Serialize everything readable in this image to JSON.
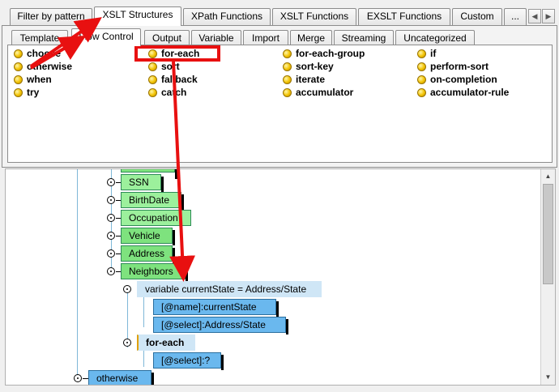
{
  "top_tabs": [
    {
      "label": "Filter by pattern"
    },
    {
      "label": "XSLT Structures",
      "selected": true
    },
    {
      "label": "XPath Functions"
    },
    {
      "label": "XSLT Functions"
    },
    {
      "label": "EXSLT Functions"
    },
    {
      "label": "Custom"
    },
    {
      "label": "..."
    }
  ],
  "sub_tabs": [
    {
      "label": "Template"
    },
    {
      "label": "Flow Control",
      "selected": true
    },
    {
      "label": "Output"
    },
    {
      "label": "Variable"
    },
    {
      "label": "Import"
    },
    {
      "label": "Merge"
    },
    {
      "label": "Streaming"
    },
    {
      "label": "Uncategorized"
    }
  ],
  "items": {
    "col1": [
      "choose",
      "otherwise",
      "when",
      "try"
    ],
    "col2": [
      "for-each",
      "sort",
      "fallback",
      "catch"
    ],
    "col3": [
      "for-each-group",
      "sort-key",
      "iterate",
      "accumulator"
    ],
    "col4": [
      "if",
      "perform-sort",
      "on-completion",
      "accumulator-rule"
    ]
  },
  "diagram": {
    "nodes": [
      "SSN",
      "BirthDate",
      "Occupation",
      "Vehicle",
      "Address",
      "Neighbors"
    ],
    "variable": "variable currentState = Address/State",
    "attr_name": "[@name]:currentState",
    "attr_select": "[@select]:Address/State",
    "for_each": "for-each",
    "for_each_select": "[@select]:?",
    "otherwise": "otherwise"
  },
  "colors": {
    "annotation": "#e81010",
    "green_node": "#9cf09c",
    "blue_node": "#6ab8ee",
    "bullet": "#f2c200"
  }
}
